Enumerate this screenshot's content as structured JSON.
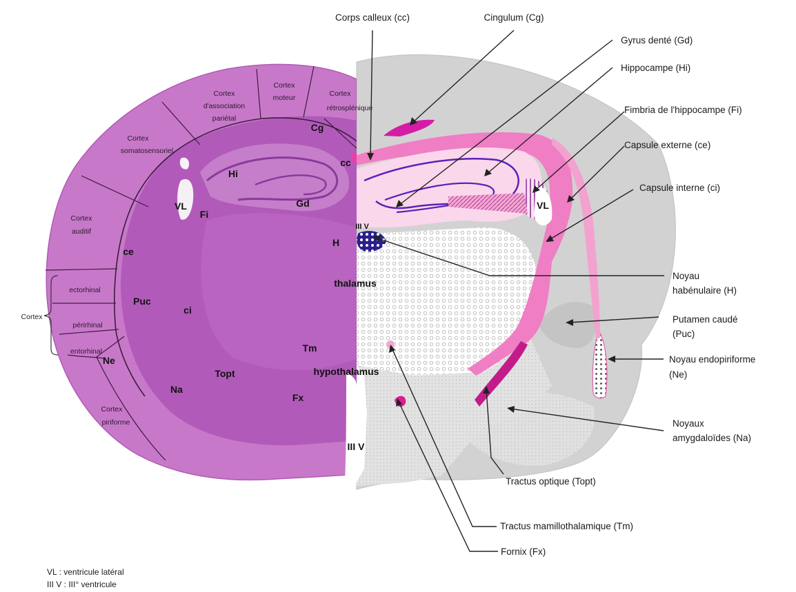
{
  "callouts": {
    "corps_calleux": "Corps calleux (cc)",
    "cingulum": "Cingulum (Cg)",
    "gyrus_dente": "Gyrus denté (Gd)",
    "hippocampe": "Hippocampe (Hi)",
    "fimbria": "Fimbria de l'hippocampe (Fi)",
    "capsule_externe": "Capsule externe (ce)",
    "capsule_interne": "Capsule interne (ci)",
    "noyau_hab_1": "Noyau",
    "noyau_hab_2": "habénulaire (H)",
    "putamen_1": "Putamen caudé",
    "putamen_2": "(Puc)",
    "endopiri_1": "Noyau endopiriforme",
    "endopiri_2": "(Ne)",
    "amygdale_1": "Noyaux",
    "amygdale_2": "amygdaloïdes (Na)",
    "tractus_optique": "Tractus optique (Topt)",
    "tractus_mamillo": "Tractus mamillothalamique (Tm)",
    "fornix": "Fornix (Fx)"
  },
  "cortex_regions": {
    "assoc_1": "Cortex",
    "assoc_2": "d'association",
    "assoc_3": "pariétal",
    "moteur_1": "Cortex",
    "moteur_2": "moteur",
    "retro_1": "Cortex",
    "retro_2": "rétrosplénique",
    "soma_1": "Cortex",
    "soma_2": "somatosensoriel",
    "audit_1": "Cortex",
    "audit_2": "auditif",
    "ecto": "ectorhinal",
    "peri": "périrhinal",
    "ento": "entorhinal",
    "piri_1": "Cortex",
    "piri_2": "piriforme",
    "cortex_group": "Cortex"
  },
  "abbreviations": {
    "cg": "Cg",
    "cc": "cc",
    "hi": "Hi",
    "gd": "Gd",
    "vl_left": "VL",
    "fi": "Fi",
    "ce": "ce",
    "h": "H",
    "iiiv_top": "III V",
    "thalamus": "thalamus",
    "puc": "Puc",
    "ci": "ci",
    "tm": "Tm",
    "ne": "Ne",
    "topt": "Topt",
    "hypothalamus": "hypothalamus",
    "na": "Na",
    "fx": "Fx",
    "iiiv_bottom": "III V",
    "vl_right": "VL"
  },
  "legend": {
    "vl": "VL : ventricule latéral",
    "iiiv": "III V : III° ventricule"
  }
}
